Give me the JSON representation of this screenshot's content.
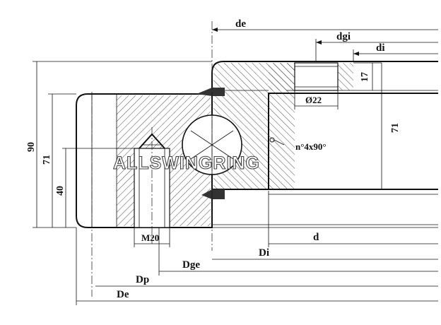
{
  "drawing": {
    "top_dimensions": {
      "de": "de",
      "dgi": "dgi",
      "di": "di"
    },
    "bottom_dimensions": {
      "d": "d",
      "Di": "Di",
      "Dge": "Dge",
      "Dp": "Dp",
      "De": "De"
    },
    "heights": {
      "total": "90",
      "outer_ring": "71",
      "bolt_depth": "40",
      "inner_ring": "71",
      "gear_width": "17"
    },
    "callouts": {
      "hole": "Ø22",
      "tooth": "n°4x90°",
      "thread": "M20"
    },
    "watermark": "ALLSWINGRING",
    "colors": {
      "line": "#111111",
      "background": "#ffffff",
      "watermark_fill": "#ffffff",
      "watermark_stroke": "#444444"
    }
  }
}
